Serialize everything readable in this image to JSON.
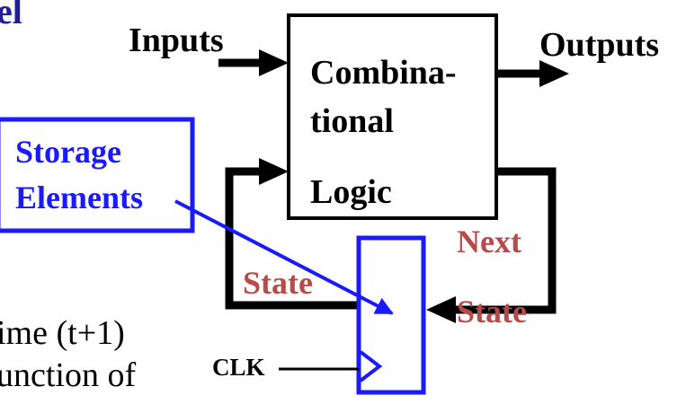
{
  "slide": {
    "title_fragment": "el",
    "body_line1_fragment": "ime (t+1)",
    "body_line2_fragment": "unction of"
  },
  "diagram": {
    "inputs_label": "Inputs",
    "outputs_label": "Outputs",
    "logic_line1": "Combina-",
    "logic_line2": "tional",
    "logic_line3": "Logic",
    "storage_line1": "Storage",
    "storage_line2": "Elements",
    "next_state_line1": "Next",
    "next_state_line2": "State",
    "state_label": "State",
    "clk_label": "CLK"
  },
  "colors": {
    "ink": "#000000",
    "blue": "#1a1aff",
    "title_blue": "#1f1f99",
    "state_red": "#b84a4a"
  }
}
